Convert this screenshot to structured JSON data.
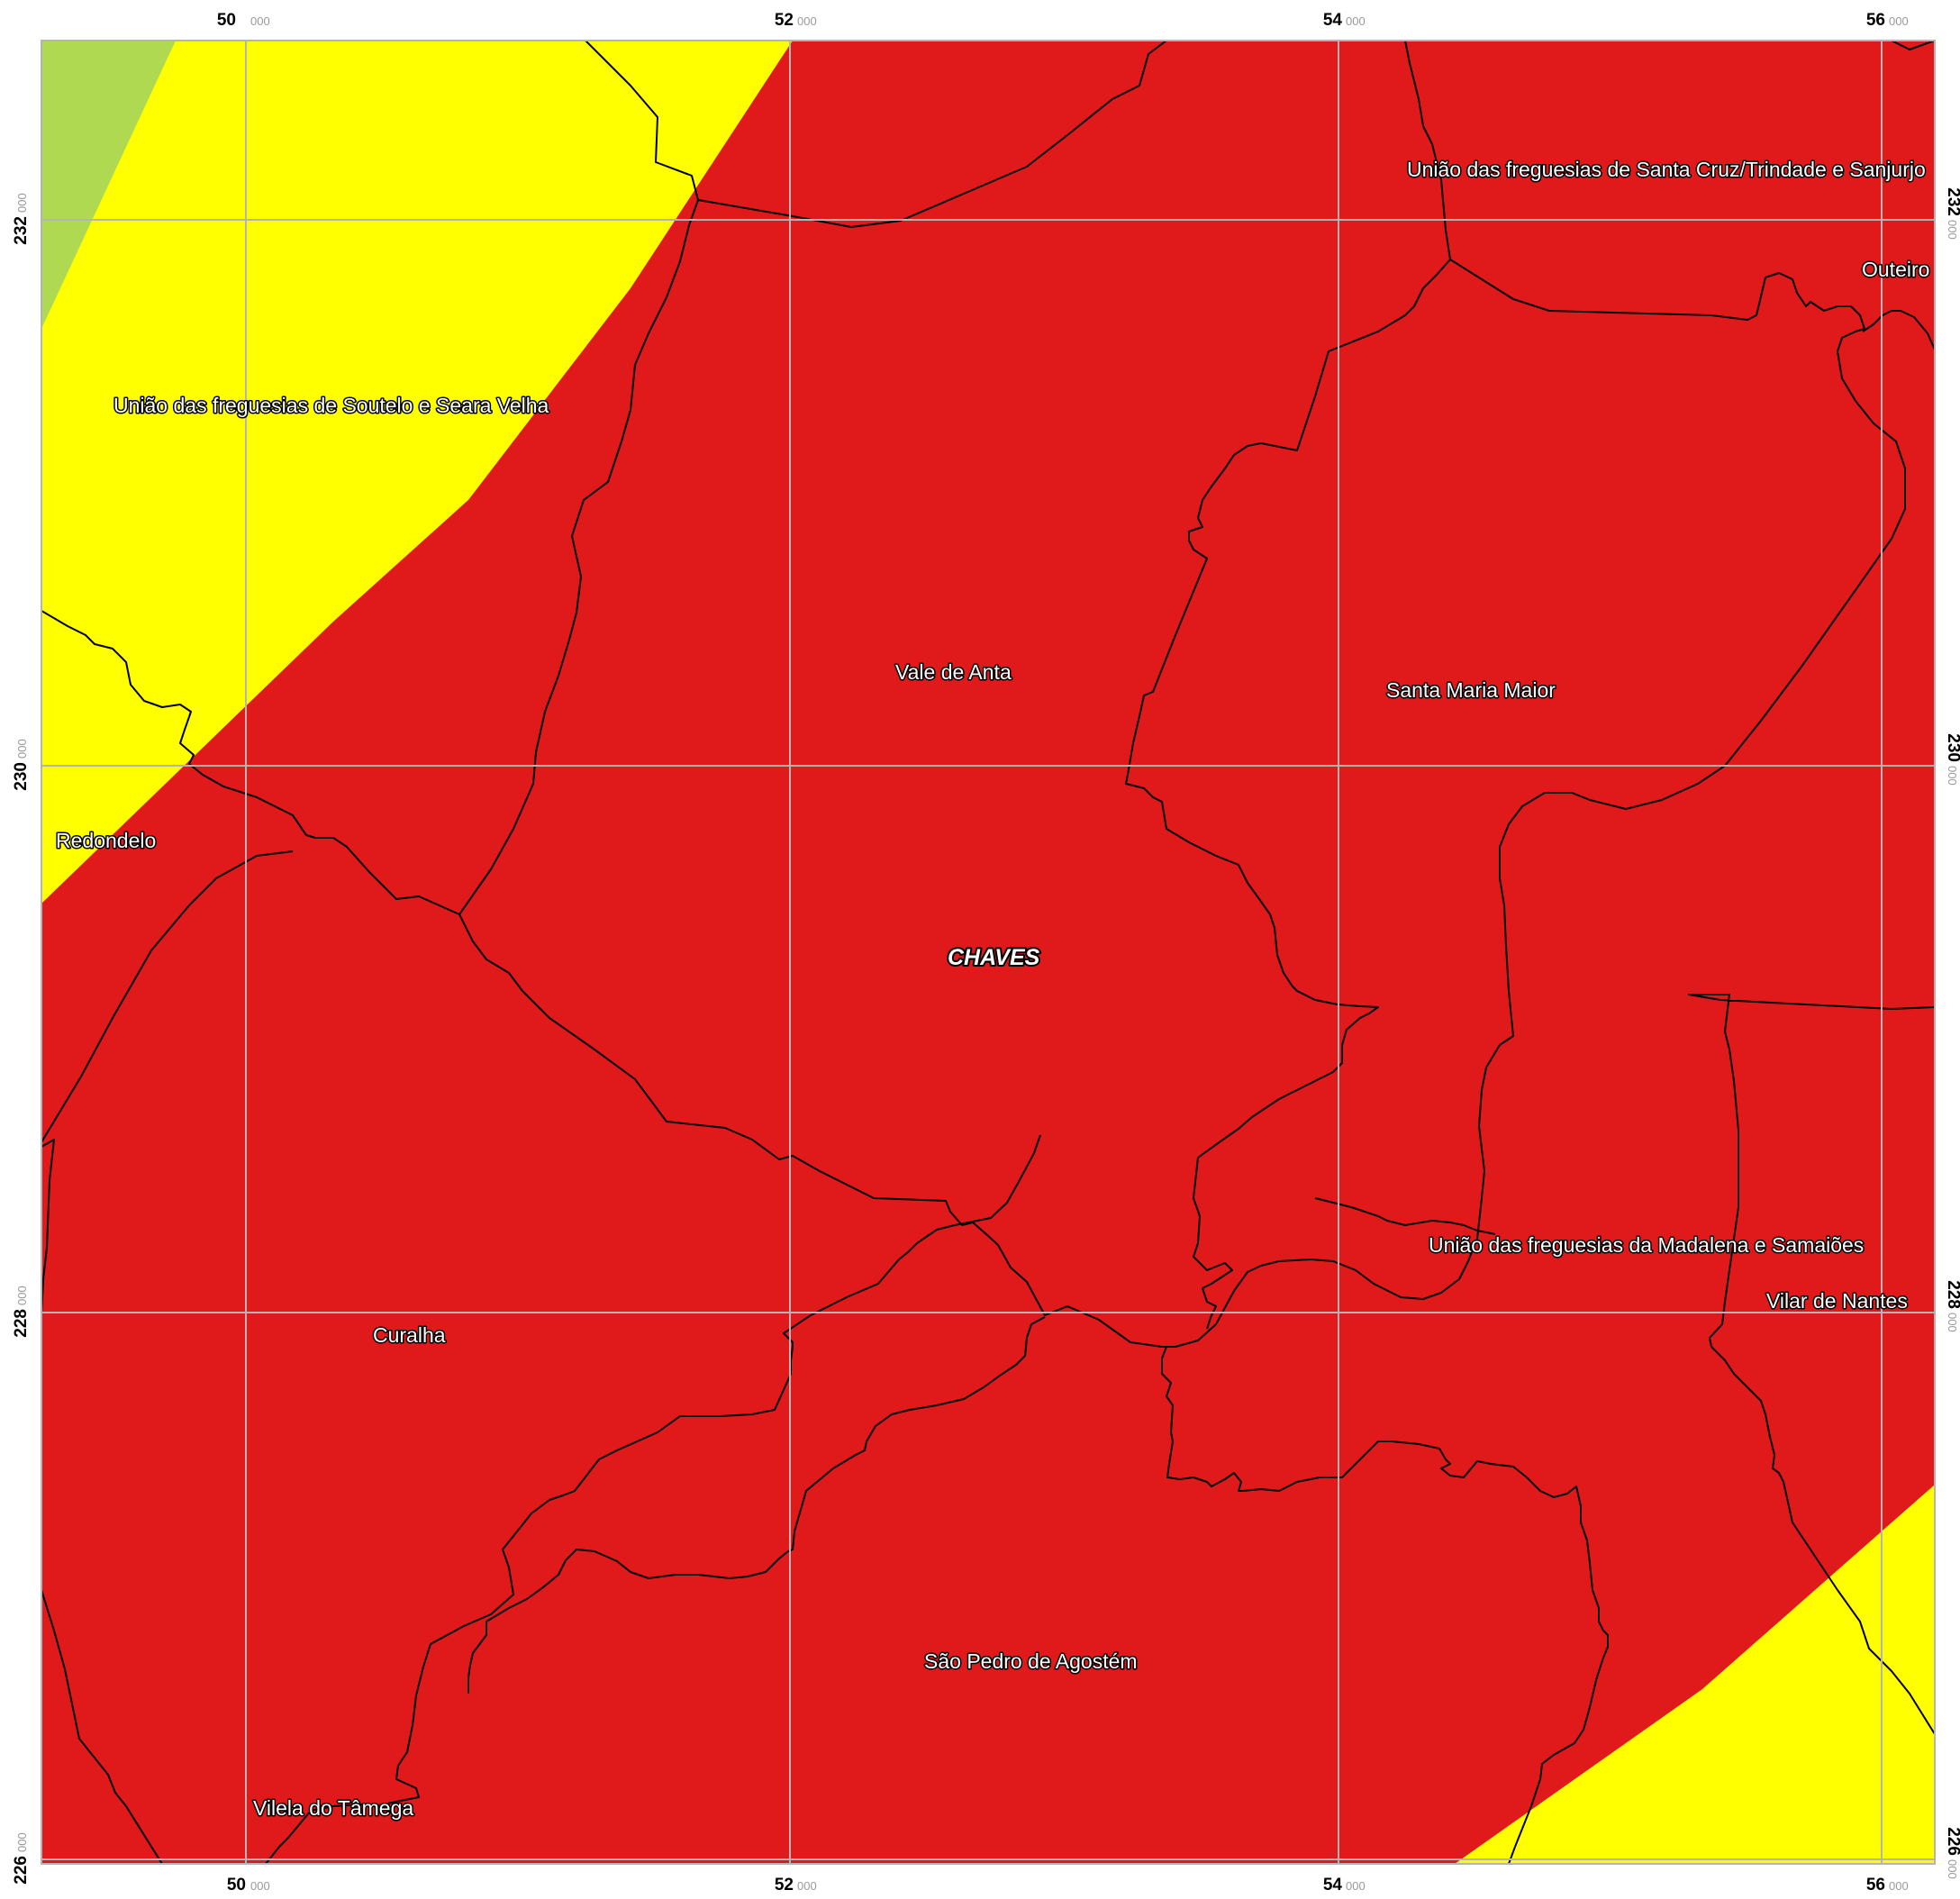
{
  "map": {
    "zone_colors": {
      "very_high": "#e0191b",
      "high": "#ffff00",
      "moderate": "#afd950"
    },
    "boundary_color": "#000000",
    "grid_color": "#b4b4b4",
    "x_ticks": [
      {
        "major": "50",
        "minor": "000"
      },
      {
        "major": "52",
        "minor": "000"
      },
      {
        "major": "54",
        "minor": "000"
      },
      {
        "major": "56",
        "minor": "000"
      }
    ],
    "y_ticks": [
      {
        "major": "232",
        "minor": "000"
      },
      {
        "major": "230",
        "minor": "000"
      },
      {
        "major": "228",
        "minor": "000"
      },
      {
        "major": "226",
        "minor": "000"
      }
    ],
    "places": {
      "santa_cruz": "União das freguesias de Santa Cruz/Trindade e Sanjurjo",
      "outeiro": "Outeiro Seco",
      "soutelo": "União das freguesias de Soutelo e Seara Velha",
      "vale_de_anta": "Vale de Anta",
      "santa_maria": "Santa Maria Maior",
      "redondelo": "Redondelo",
      "chaves": "CHAVES",
      "madalena": "União das freguesias da Madalena e Samaiões",
      "vilar_de_nantes": "Vilar de Nantes",
      "curalha": "Curalha",
      "sao_pedro": "São Pedro de Agostém",
      "vilela": "Vilela do Tâmega"
    }
  }
}
